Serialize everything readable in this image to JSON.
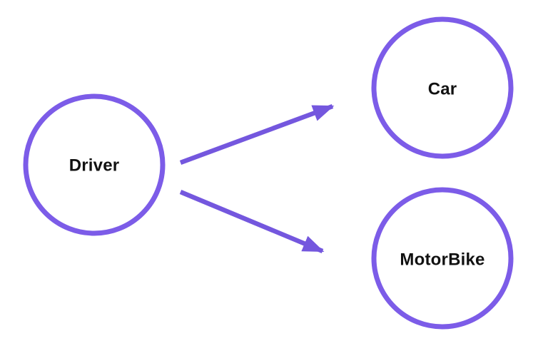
{
  "diagram": {
    "background_color": "#ffffff",
    "node_stroke_color": "#7c5ce8",
    "edge_color": "#7457de",
    "label_color": "#111111",
    "nodes": [
      {
        "id": "driver",
        "label": "Driver"
      },
      {
        "id": "car",
        "label": "Car"
      },
      {
        "id": "motorbike",
        "label": "MotorBike"
      }
    ],
    "edges": [
      {
        "from": "Driver",
        "to": "Car"
      },
      {
        "from": "Driver",
        "to": "MotorBike"
      }
    ]
  }
}
